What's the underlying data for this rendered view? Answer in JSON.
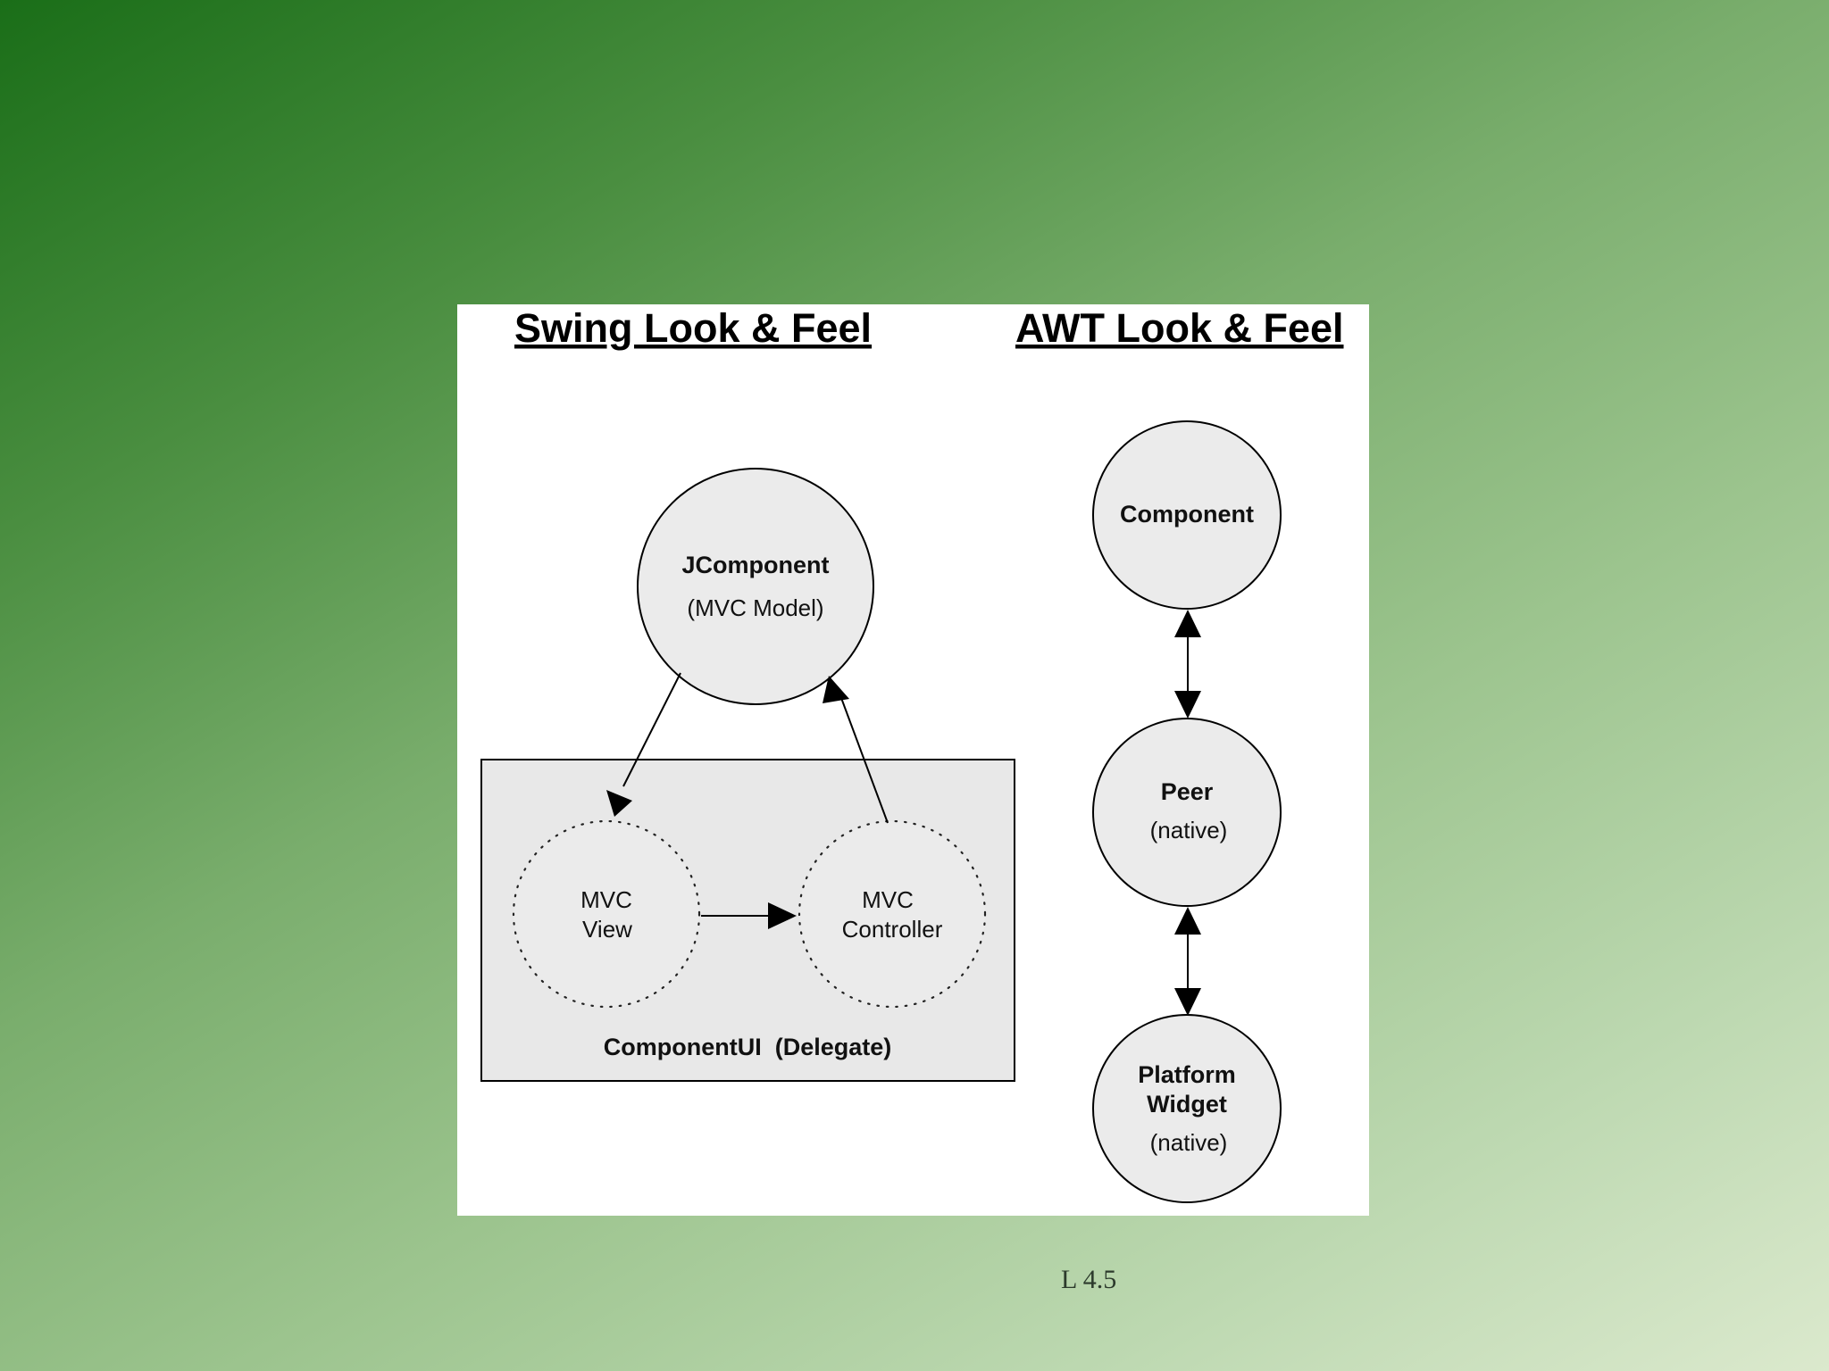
{
  "slide": {
    "page_number": "L 4.5"
  },
  "diagram": {
    "swing": {
      "heading": "Swing Look & Feel",
      "model_node": {
        "title": "JComponent",
        "subtitle": "(MVC Model)"
      },
      "delegate_box": {
        "label": "ComponentUI  (Delegate)"
      },
      "view_node": {
        "line1": "MVC",
        "line2": "View"
      },
      "controller_node": {
        "line1": "MVC",
        "line2": "Controller"
      },
      "edges": [
        {
          "from": "JComponent",
          "to": "MVC View",
          "direction": "one-way"
        },
        {
          "from": "MVC View",
          "to": "MVC Controller",
          "direction": "one-way"
        },
        {
          "from": "MVC Controller",
          "to": "JComponent",
          "direction": "one-way"
        }
      ]
    },
    "awt": {
      "heading": "AWT Look & Feel",
      "component_node": {
        "title": "Component"
      },
      "peer_node": {
        "title": "Peer",
        "subtitle": "(native)"
      },
      "widget_node": {
        "line1": "Platform",
        "line2": "Widget",
        "subtitle": "(native)"
      },
      "edges": [
        {
          "from": "Component",
          "to": "Peer",
          "direction": "two-way"
        },
        {
          "from": "Peer",
          "to": "Platform Widget",
          "direction": "two-way"
        }
      ]
    }
  },
  "colors": {
    "node_fill": "#ebebeb",
    "delegate_box_fill": "#e8e8e8",
    "figure_background": "#ffffff"
  }
}
